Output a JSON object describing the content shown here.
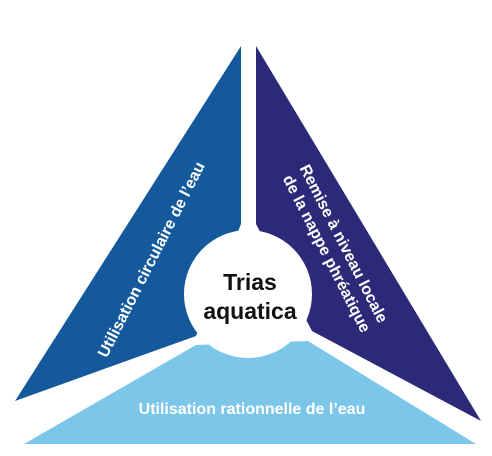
{
  "diagram": {
    "center": {
      "line1": "Trias",
      "line2": "aquatica"
    },
    "segments": {
      "left": {
        "label": "Utilisation circulaire de l’eau",
        "color": "#14599c"
      },
      "right": {
        "line1": "Remise à niveau locale",
        "line2": "de la nappe phréatique",
        "color": "#2c2a78"
      },
      "bottom": {
        "label": "Utilisation rationnelle de l’eau",
        "color": "#7cc6ea"
      }
    }
  }
}
